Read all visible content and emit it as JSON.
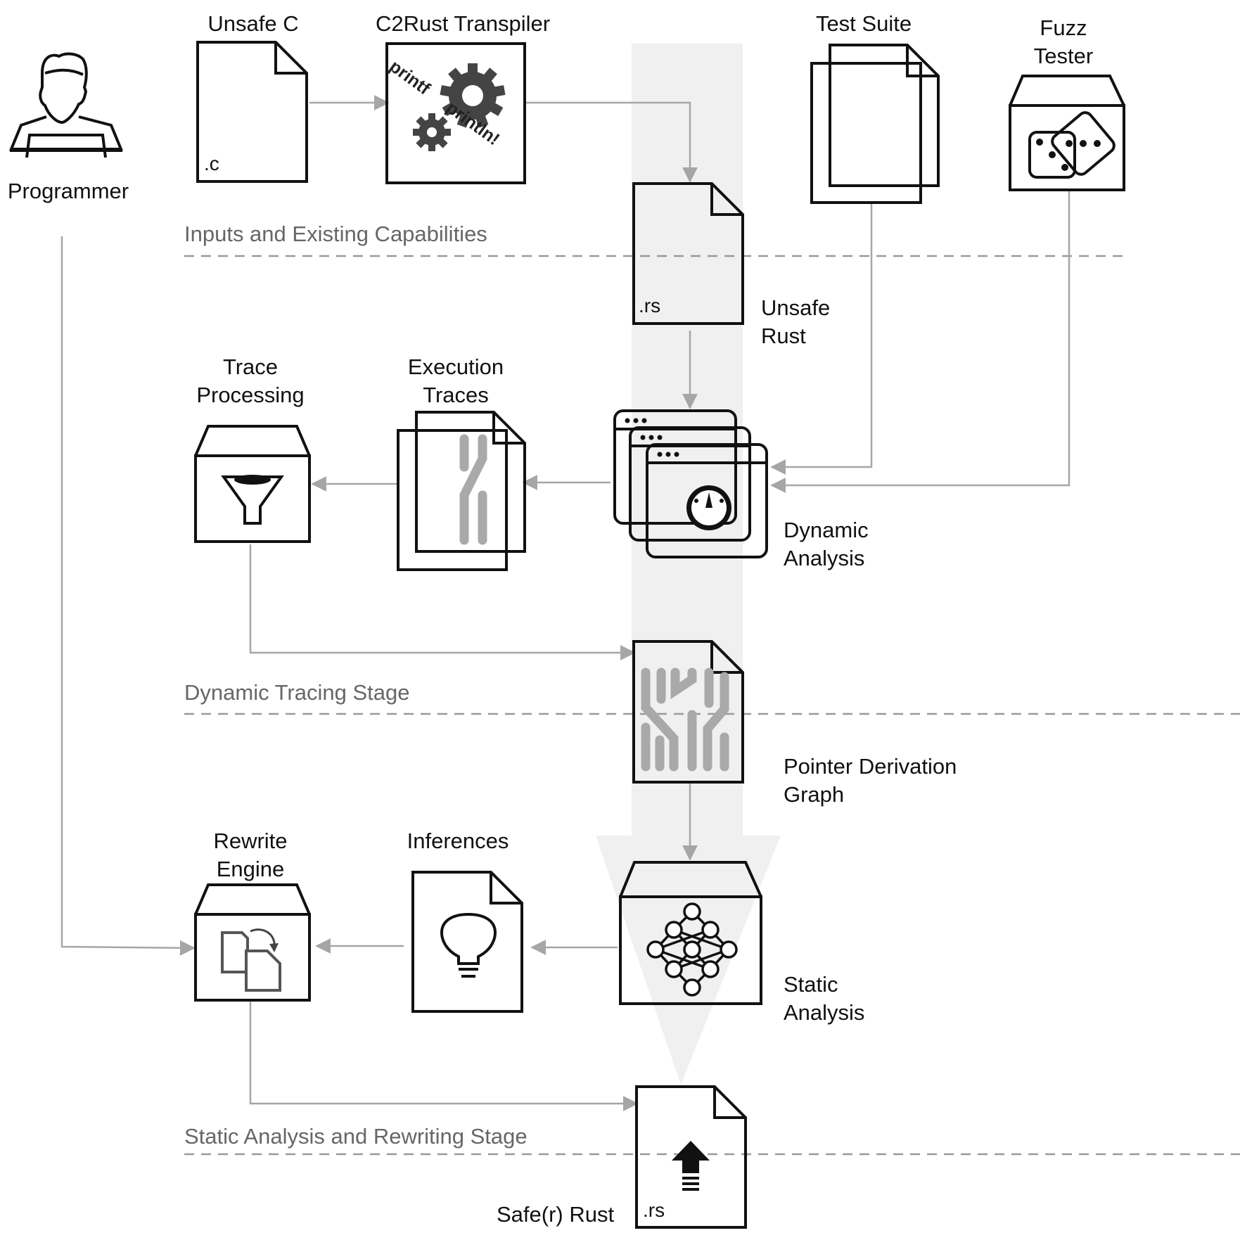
{
  "nodes": {
    "programmer": "Programmer",
    "unsafe_c": "Unsafe C",
    "c_ext": ".c",
    "c2rust": "C2Rust Transpiler",
    "c2rust_tag_1": "printf",
    "c2rust_tag_2": "println!",
    "test_suite": "Test Suite",
    "fuzz_line1": "Fuzz",
    "fuzz_line2": "Tester",
    "rs_ext": ".rs",
    "unsafe_rust_line1": "Unsafe",
    "unsafe_rust_line2": "Rust",
    "trace_proc_line1": "Trace",
    "trace_proc_line2": "Processing",
    "exec_line1": "Execution",
    "exec_line2": "Traces",
    "dynamic_line1": "Dynamic",
    "dynamic_line2": "Analysis",
    "pdg_line1": "Pointer Derivation",
    "pdg_line2": "Graph",
    "rewrite_line1": "Rewrite",
    "rewrite_line2": "Engine",
    "inferences": "Inferences",
    "static_line1": "Static",
    "static_line2": "Analysis",
    "safe_rust": "Safe(r) Rust",
    "safe_ext": ".rs"
  },
  "stages": {
    "inputs": "Inputs and Existing Capabilities",
    "dynamic": "Dynamic Tracing Stage",
    "static": "Static Analysis and Rewriting Stage"
  },
  "colors": {
    "stroke": "#111111",
    "arrow": "#a6a6a6",
    "band": "#f0f0f0",
    "stage_text": "#666666",
    "gear": "#444444"
  },
  "icons": [
    "person-icon",
    "file-icon",
    "gears-icon",
    "dice-icon",
    "window-icon",
    "gauge-icon",
    "funnel-icon",
    "lightbulb-icon",
    "network-icon",
    "copy-icon",
    "up-arrow-icon"
  ]
}
